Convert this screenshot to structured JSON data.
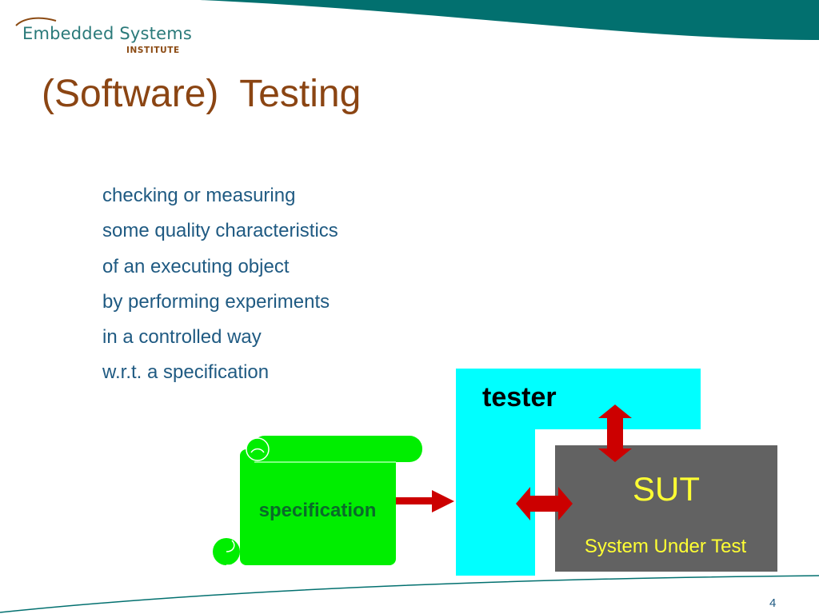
{
  "logo": {
    "name": "Embedded Systems",
    "sub": "INSTITUTE"
  },
  "slide": {
    "title": "(Software)  Testing",
    "bullets": [
      "checking or measuring",
      "some quality characteristics",
      "of an executing object",
      "by performing experiments",
      "in a controlled way",
      "w.r.t. a specification"
    ],
    "page_number": "4"
  },
  "diagram": {
    "tester_label": "tester",
    "sut_label": "SUT",
    "sut_caption": "System Under Test",
    "specification_label": "specification"
  },
  "colors": {
    "header_teal": "#02706f",
    "title_brown": "#8b4513",
    "bullet_blue": "#1f5a82",
    "tester_cyan": "#00ffff",
    "sut_gray": "#626262",
    "sut_text_yellow": "#ffff33",
    "spec_green": "#00ee00",
    "spec_text": "#0a6a2a",
    "arrow_red": "#cc0000"
  }
}
